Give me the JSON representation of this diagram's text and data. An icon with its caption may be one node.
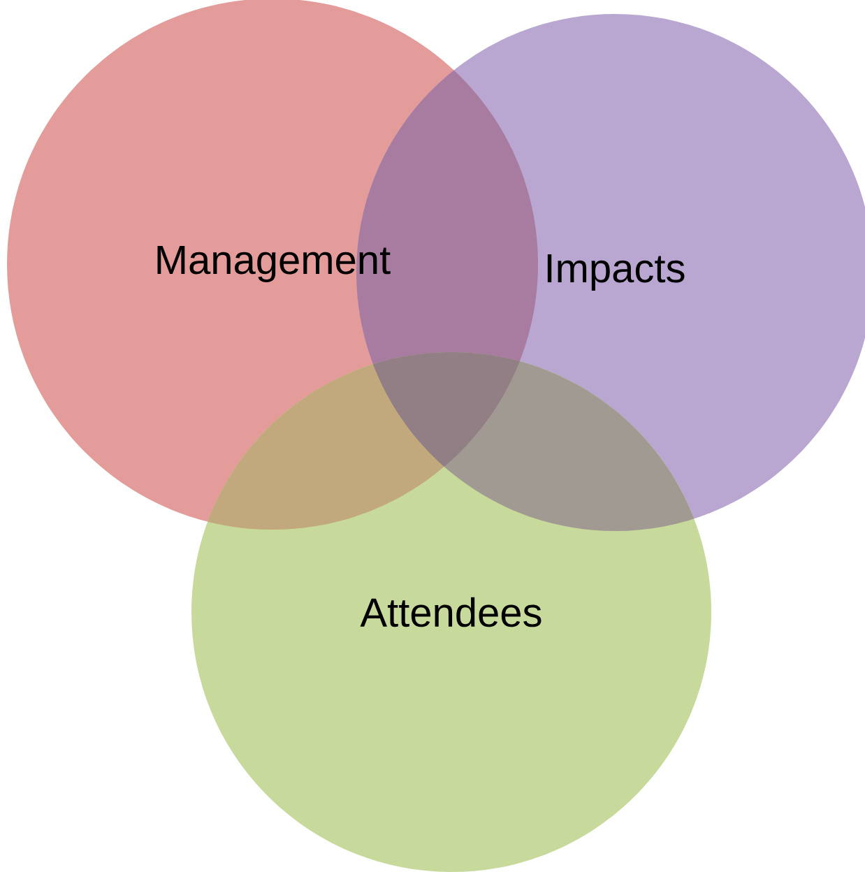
{
  "diagram": {
    "nodes": [
      {
        "text": [
          "Management"
        ]
      },
      {
        "text": [
          "Impacts"
        ]
      },
      {
        "text": [
          "Attendees"
        ]
      }
    ]
  }
}
